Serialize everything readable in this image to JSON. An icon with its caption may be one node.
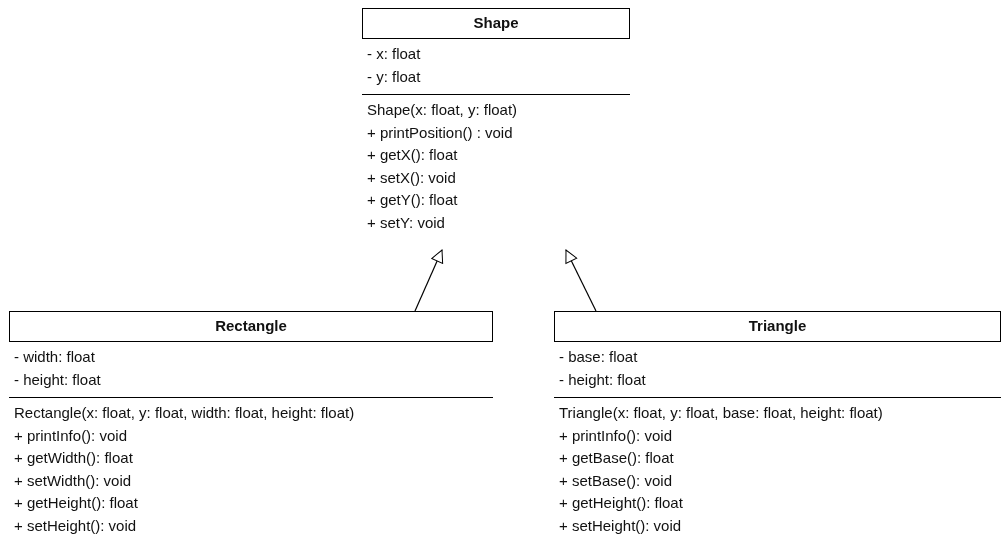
{
  "diagram": {
    "nodes": [
      {
        "text": [
          "Shape"
        ]
      },
      {
        "text": [
          "- x: float",
          "- y: float"
        ],
        "in": 0
      },
      {
        "text": [
          "Shape(x: float, y: float)",
          "+ printPosition() : void",
          "+ getX(): float",
          "+ setX(): void",
          "+ getY(): float",
          "+ setY: void"
        ],
        "in": 0
      },
      {
        "text": [
          "Rectangle"
        ]
      },
      {
        "text": [
          "- width: float",
          "- height: float"
        ],
        "in": 3
      },
      {
        "text": [
          "Rectangle(x: float, y: float, width: float, height: float)",
          "+ printInfo(): void",
          "+ getWidth(): float",
          "+ setWidth(): void",
          "+ getHeight(): float",
          "+ setHeight(): void"
        ],
        "in": 3
      },
      {
        "text": [
          "Triangle"
        ]
      },
      {
        "text": [
          "- base: float",
          "- height: float"
        ],
        "in": 6
      },
      {
        "text": [
          "Triangle(x: float, y: float, base: float, height: float)",
          "+ printInfo(): void",
          "+ getBase(): float",
          "+ setBase(): void",
          "+ getHeight(): float",
          "+ setHeight(): void"
        ],
        "in": 6
      }
    ],
    "edges": [
      {
        "from": 3,
        "to": 0,
        "arrow": "to"
      },
      {
        "from": 6,
        "to": 0,
        "arrow": "to"
      }
    ]
  }
}
